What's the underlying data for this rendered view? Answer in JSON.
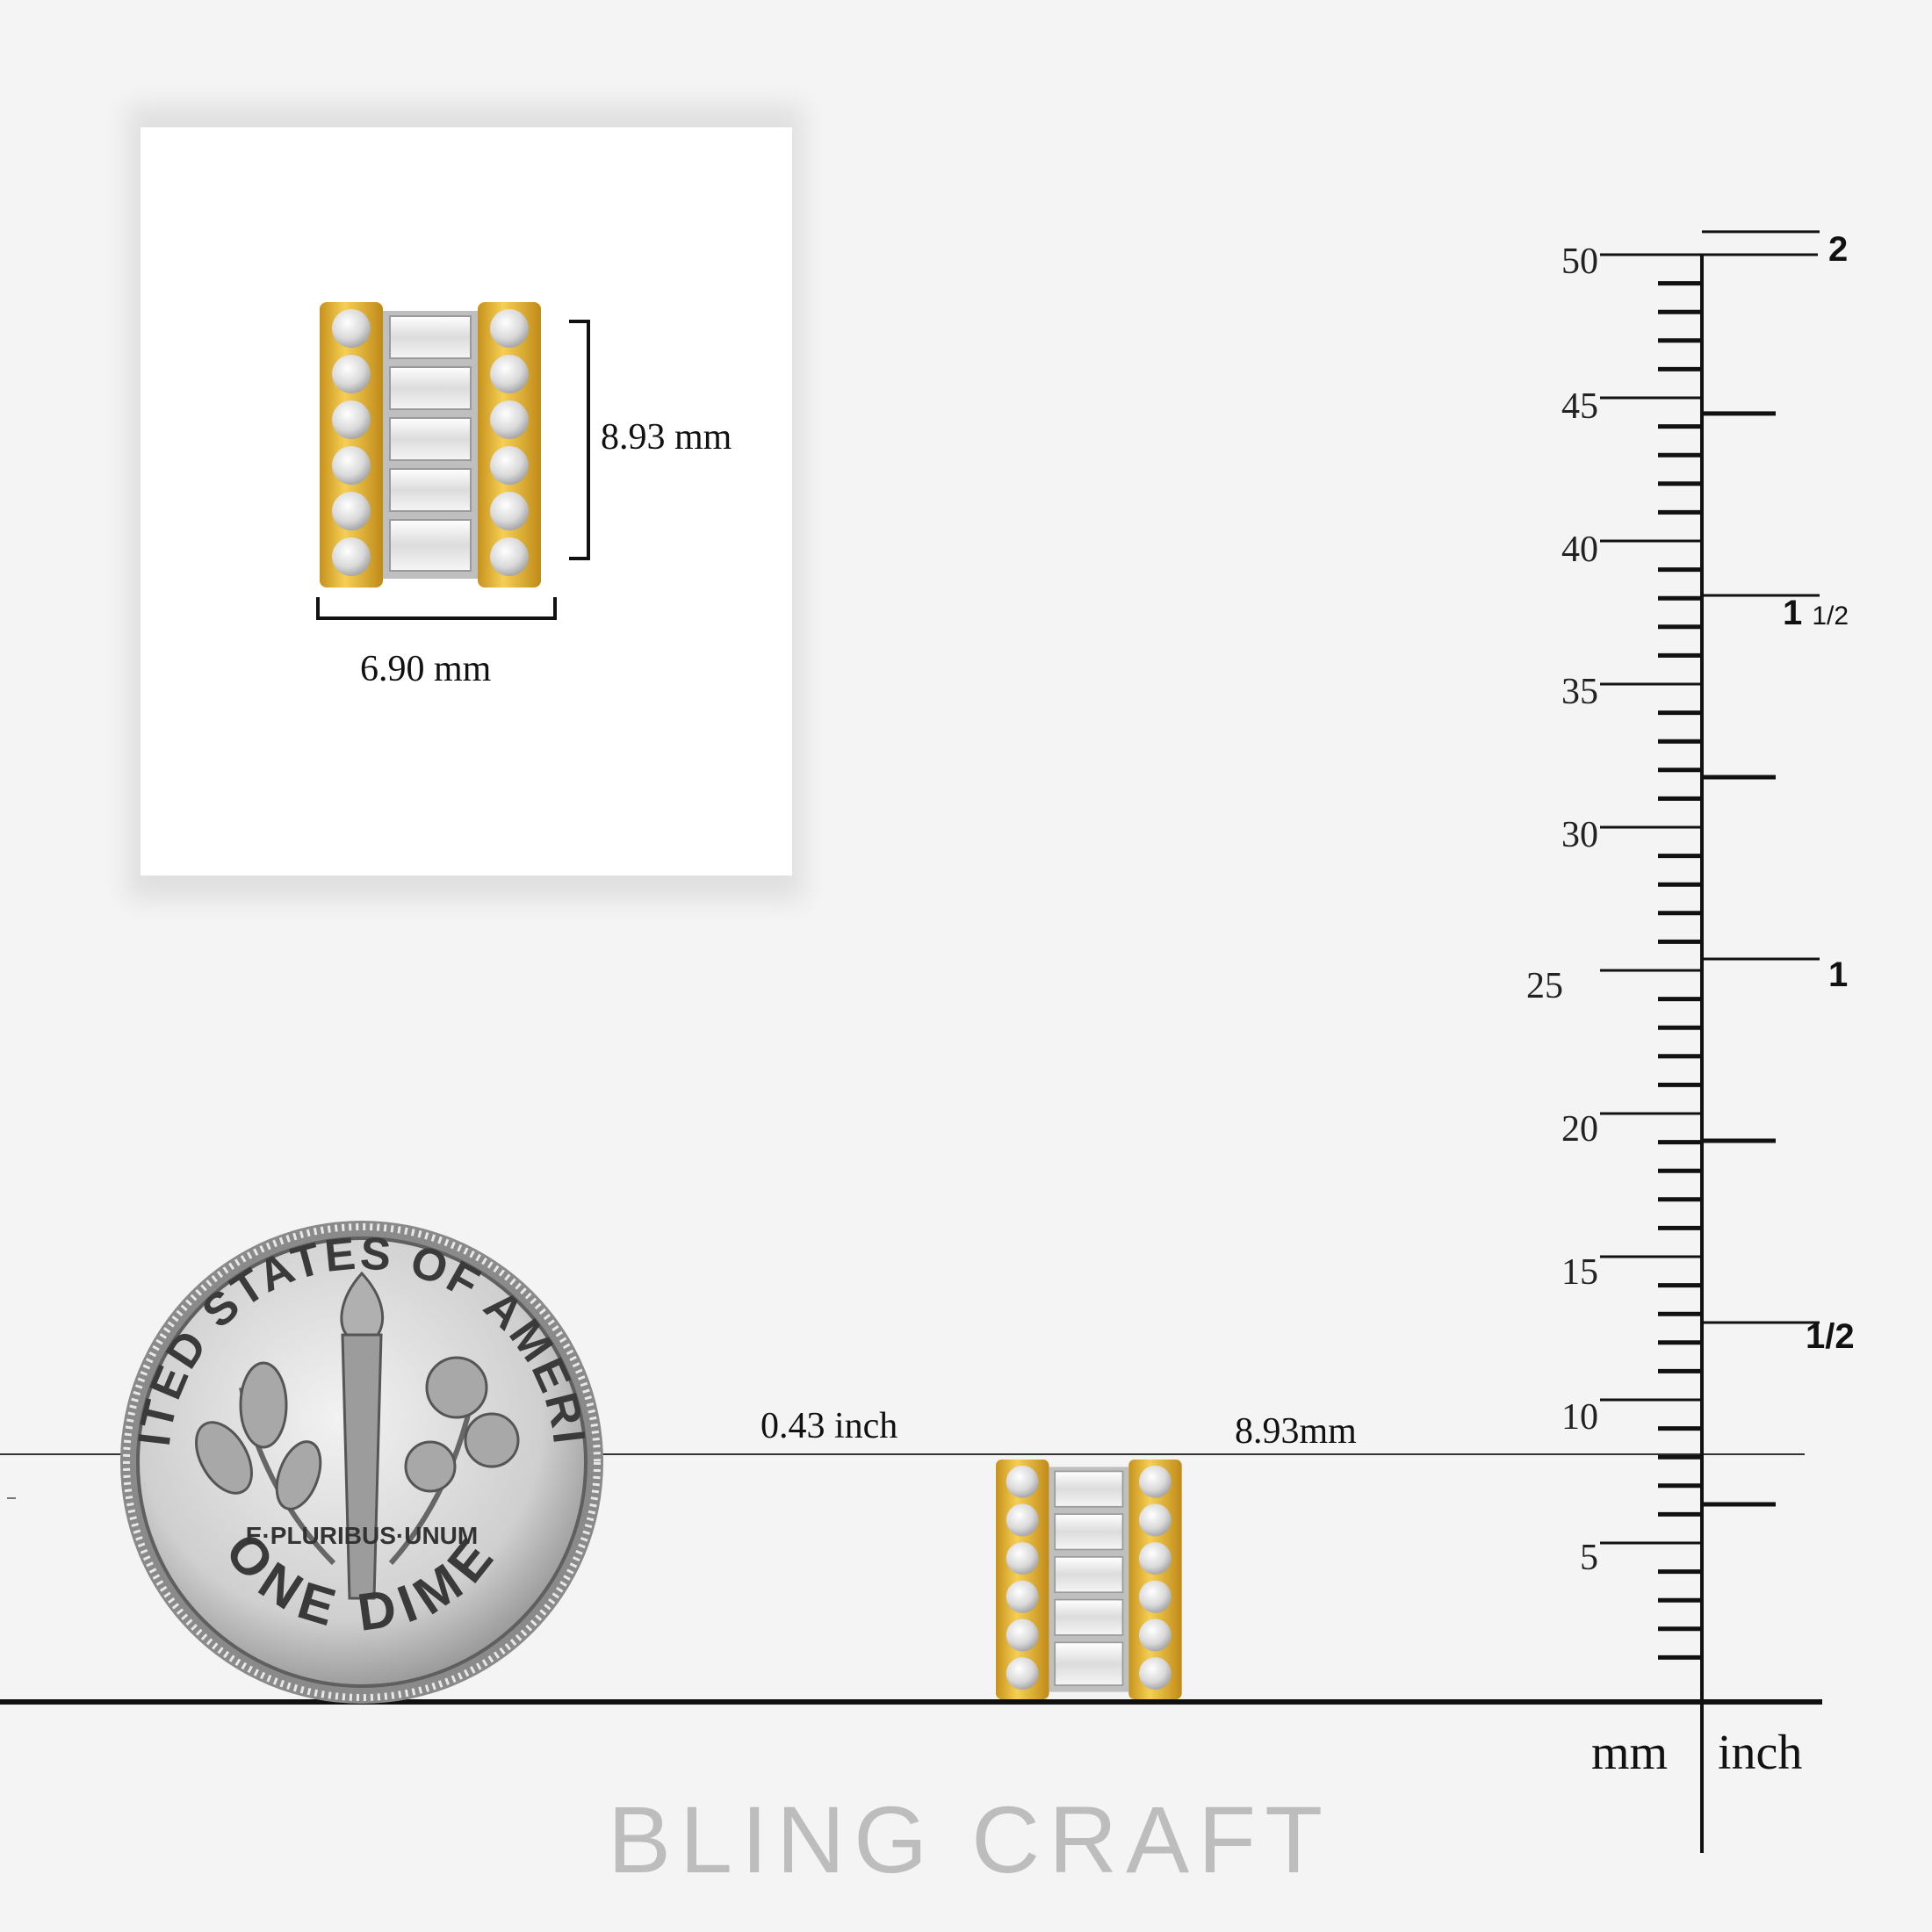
{
  "inset": {
    "height_label": "8.93 mm",
    "width_label": "6.90 mm"
  },
  "comparison": {
    "inch_label": "0.43 inch",
    "mm_label": "8.93mm",
    "coin_top_text": "UNITED STATES OF AMERICA",
    "coin_motto": "E·PLURIBUS·UNUM",
    "coin_bottom_text": "ONE DIME"
  },
  "ruler": {
    "mm_ticks": [
      "50",
      "45",
      "40",
      "35",
      "30",
      "25",
      "20",
      "15",
      "10",
      "5"
    ],
    "inch_ticks": [
      {
        "whole": "2",
        "frac": ""
      },
      {
        "whole": "1",
        "frac": "1/2"
      },
      {
        "whole": "1",
        "frac": ""
      },
      {
        "whole": "",
        "frac": "1/2"
      }
    ],
    "mm_unit": "mm",
    "inch_unit": "inch"
  },
  "brand": "BLING CRAFT",
  "colors": {
    "gold": "#e8b838",
    "gold_dark": "#b8861a",
    "silver": "#c9c9c9",
    "background": "#f4f4f4"
  }
}
